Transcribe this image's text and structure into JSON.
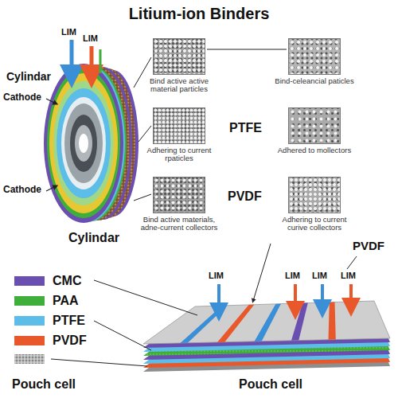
{
  "diagram": {
    "title": "Litium-ion Binders",
    "nodes": [
      {
        "text": [
          "Bind active active material particles"
        ]
      },
      {
        "text": [
          "Bind-celeancial paticles"
        ]
      },
      {
        "text": [
          "Adhering to current rpaticles"
        ]
      },
      {
        "text": [
          "Adhered to mollectors"
        ]
      },
      {
        "text": [
          "Bind active materials, adne-current collectors"
        ]
      },
      {
        "text": [
          "Adhering to current curive collectors"
        ]
      }
    ],
    "labels": [
      "Cylindar",
      "LIM",
      "LIM",
      "Cathode",
      "PTFE",
      "Cathode",
      "PVDF",
      "Cylindar",
      "PVDF",
      "LIM",
      "LIM",
      "LIM",
      "LIM",
      "Pouch cell",
      "Pouch cell"
    ],
    "legend": [
      {
        "text": "CMC",
        "color": "#6a4fb0"
      },
      {
        "text": "PAA",
        "color": "#3fae3a"
      },
      {
        "text": "PTFE",
        "color": "#5bbde8"
      },
      {
        "text": "PVDF",
        "color": "#e8582a"
      }
    ]
  }
}
